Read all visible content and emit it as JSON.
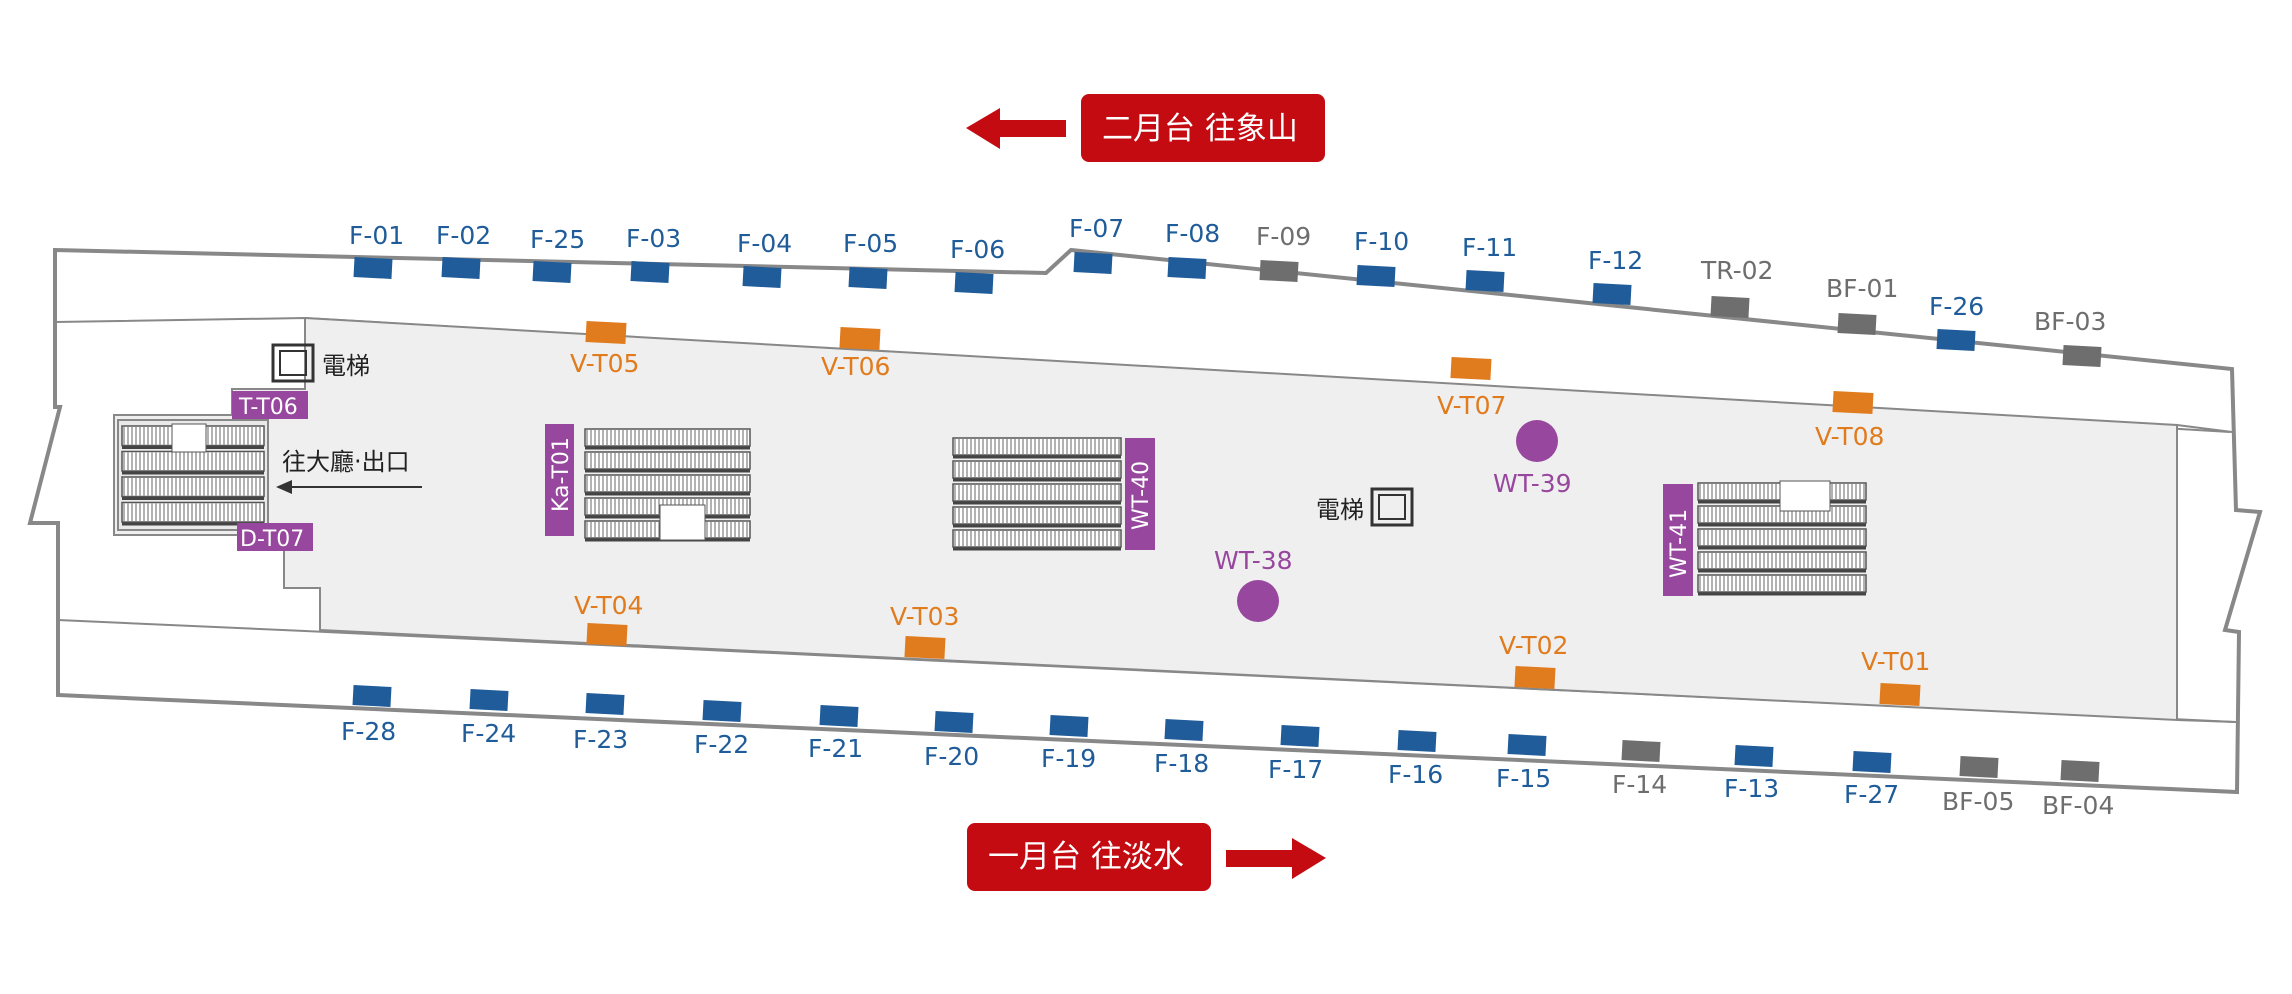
{
  "colors": {
    "facility_blue": "#1f5c99",
    "facility_gray": "#6e6e6e",
    "vending_orange": "#e07b1e",
    "purple": "#97479d",
    "direction_red": "#c40b12",
    "platform_gray": "#efefef",
    "outline": "#888888"
  },
  "directions": {
    "platform2": "二月台 往象山",
    "platform1": "一月台 往淡水"
  },
  "labels": {
    "elevator": "電梯",
    "exit": "往大廳‧出口"
  },
  "top_facilities": [
    "F-01",
    "F-02",
    "F-25",
    "F-03",
    "F-04",
    "F-05",
    "F-06",
    "F-07",
    "F-08",
    "F-09",
    "F-10",
    "F-11",
    "F-12",
    "TR-02",
    "BF-01",
    "F-26",
    "BF-03"
  ],
  "bottom_facilities": [
    "F-28",
    "F-24",
    "F-23",
    "F-22",
    "F-21",
    "F-20",
    "F-19",
    "F-18",
    "F-17",
    "F-16",
    "F-15",
    "F-14",
    "F-13",
    "F-27",
    "BF-05",
    "BF-04"
  ],
  "vending": [
    "V-T05",
    "V-T06",
    "V-T07",
    "V-T08",
    "V-T04",
    "V-T03",
    "V-T02",
    "V-T01"
  ],
  "stairs": [
    "Ka-T01",
    "WT-40",
    "WT-41"
  ],
  "stair_tags": [
    "T-T06",
    "D-T07"
  ],
  "pillars": [
    "WT-39",
    "WT-38"
  ]
}
